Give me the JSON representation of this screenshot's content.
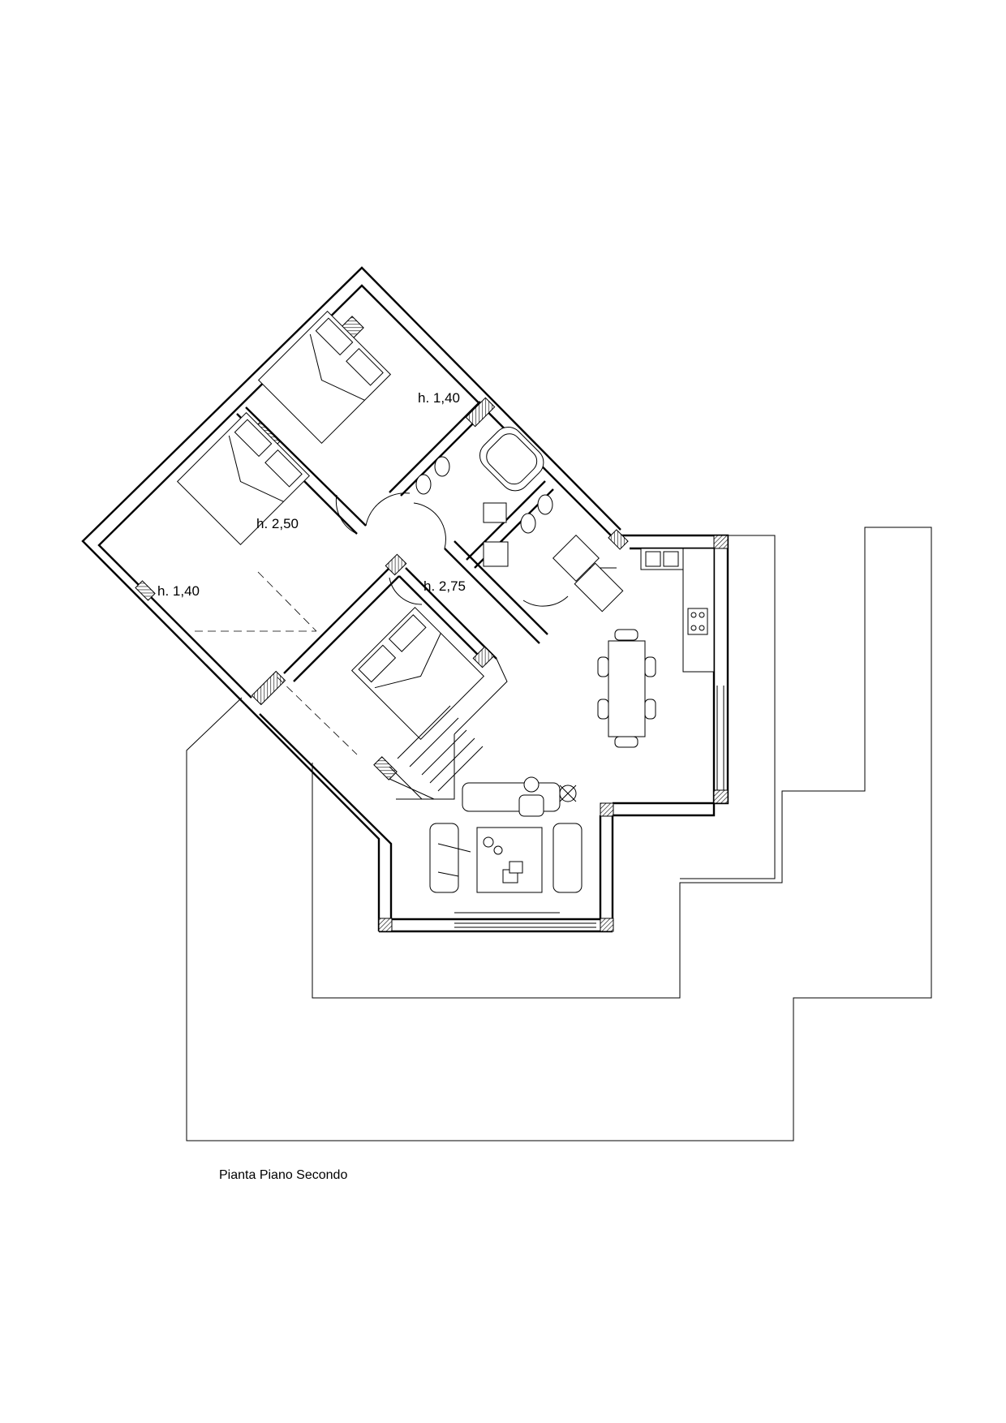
{
  "plan": {
    "title": "Pianta Piano Secondo",
    "height_labels": [
      "h. 1,40",
      "h. 2,50",
      "h. 1,40",
      "h. 2,75"
    ]
  },
  "colors": {
    "ink": "#000000",
    "paper": "#ffffff"
  }
}
